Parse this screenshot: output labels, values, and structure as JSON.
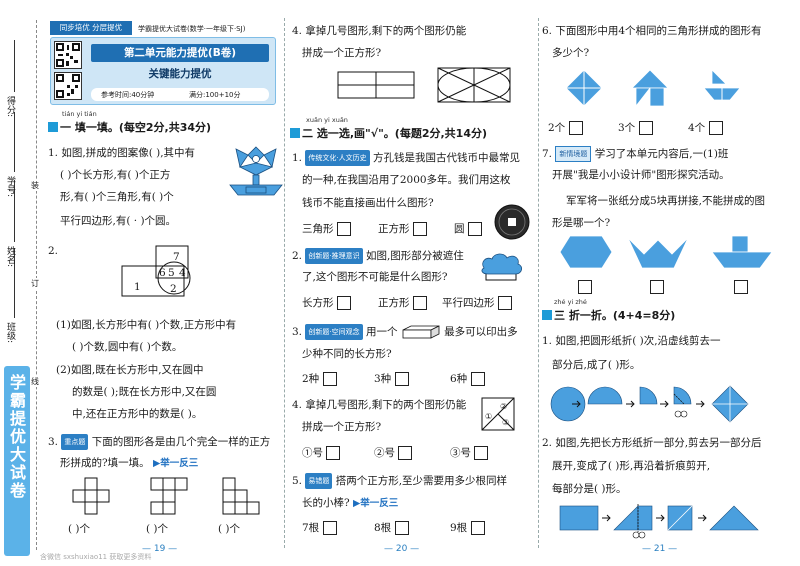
{
  "margin": {
    "left_strip_title": "学霸提优大试卷",
    "labels": [
      "班级:",
      "姓名:",
      "学号:",
      "得分:"
    ],
    "binding_marks": [
      "装",
      "订",
      "线"
    ]
  },
  "header": {
    "top_left_badge": "同步培优  分层提优",
    "top_right": "学霸提优大试卷(数学·一年级下·SJ)",
    "unit_title": "第二单元能力提优(B卷)",
    "subtitle": "关键能力提优",
    "time": "参考时间:40分钟",
    "score": "满分:100+10分"
  },
  "sec1": {
    "pinyin": "tián yi tián",
    "title": "一 填一填。(每空2分,共34分)",
    "q1_l1": "1. 如图,拼成的图案像(    ),其中有",
    "q1_l2": "(    )个长方形,有(    )个正方",
    "q1_l3": "形,有(    )个三角形,有(    )个",
    "q1_l4": "平行四边形,有(  ·  )个圆。",
    "q2_num": "2.",
    "venn": [
      "7",
      "6",
      "5",
      "4",
      "1",
      "2"
    ],
    "q2_l1": "(1)如图,长方形中有(    )个数,正方形中有",
    "q2_l2": "(    )个数,圆中有(    )个数。",
    "q2_l3": "(2)如图,既在长方形中,又在圆中",
    "q2_l4": "的数是(    );既在长方形中,又在圆",
    "q2_l5": "中,还在正方形中的数是(    )。",
    "q3_num": "3.",
    "q3_tag": "重点题",
    "q3_l1": "下面的图形各是由几个完全一样的正方",
    "q3_l2": "形拼成的?填一填。",
    "q3_link": "▶举一反三",
    "q3_answer": "(    )个",
    "page": "— 19 —"
  },
  "col2": {
    "q4_l1": "4. 拿掉几号图形,剩下的两个图形仍能",
    "q4_l2": "拼成一个正方形?",
    "sec2_pinyin": "xuǎn yi xuǎn",
    "sec2_title": "二 选一选,画\"√\"。(每题2分,共14分)",
    "q1_num": "1.",
    "q1_tag": "传统文化·人文历史",
    "q1_l1": "方孔钱是我国古代钱币中最常见",
    "q1_l2": "的一种,在我国沿用了2000多年。我们用这枚",
    "q1_l3": "钱币不能直接画出什么图形?",
    "q1_opts": [
      "三角形",
      "正方形",
      "圆"
    ],
    "q2_num": "2.",
    "q2_tag": "创新题·推理意识",
    "q2_l1": "如图,图形部分被遮住",
    "q2_l2": "了,这个图形不可能是什么图形?",
    "q2_opts": [
      "长方形",
      "正方形",
      "平行四边形"
    ],
    "q3_num": "3.",
    "q3_tag": "创新题·空间观念",
    "q3_l1": "用一个",
    "q3_l1b": "最多可以印出多",
    "q3_l2": "少种不同的长方形?",
    "q3_opts": [
      "2种",
      "3种",
      "6种"
    ],
    "q4_marks": [
      "①",
      "②",
      "③"
    ],
    "q4_opts": [
      "①号",
      "②号",
      "③号"
    ],
    "q5_num": "5.",
    "q5_tag": "易错题",
    "q5_l1": "搭两个正方形,至少需要用多少根同样",
    "q5_l2": "长的小棒?",
    "q5_link": "▶举一反三",
    "q5_opts": [
      "7根",
      "8根",
      "9根"
    ],
    "page": "— 20 —"
  },
  "col3": {
    "q6_l1": "6. 下面图形中用4个相同的三角形拼成的图形有",
    "q6_l2": "多少个?",
    "q6_opts": [
      "2个",
      "3个",
      "4个"
    ],
    "q7_num": "7.",
    "q7_tag": "新情境题",
    "q7_l1": "学习了本单元内容后,一(1)班",
    "q7_l2": "开展\"我是小小设计师\"图形探究活动。",
    "q7_l3": "军军将一张纸分成5块再拼接,不能拼成的图",
    "q7_l4": "形是哪一个?",
    "sec3_pinyin": "zhé yi zhé",
    "sec3_title": "三 折一折。(4+4=8分)",
    "f1_l1": "1. 如图,把圆形纸折(    )次,沿虚线剪去一",
    "f1_l2": "部分后,成了(    )形。",
    "f2_l1": "2. 如图,先把长方形纸折一部分,剪去另一部分后",
    "f2_l2": "展开,变成了(    )形,再沿着折痕剪开,",
    "f2_l3": "每部分是(    )形。",
    "page": "— 21 —"
  },
  "watermark": "含微信 sxshuxiao11 获取更多资料",
  "colors": {
    "accent": "#1e9bd7",
    "shape_blue": "#4a9fde",
    "header_bg": "#b8daf0",
    "header_dark": "#1f6fb3"
  }
}
